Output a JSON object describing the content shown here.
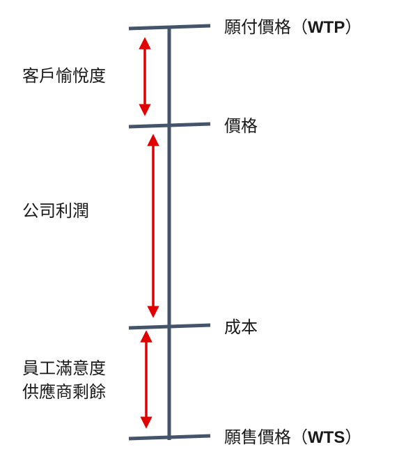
{
  "labels": {
    "wtp": {
      "text": "願付價格（",
      "acronym": "WTP",
      "close": "）"
    },
    "price": "價格",
    "cost": "成本",
    "wts": {
      "text": "願售價格（",
      "acronym": "WTS",
      "close": "）"
    }
  },
  "segments": {
    "customer_delight": "客戶愉悅度",
    "company_profit": "公司利潤",
    "supplier_line1": "員工滿意度",
    "supplier_line2": "供應商剩餘"
  },
  "colors": {
    "axis": "#44546a",
    "arrow": "#e00000",
    "text": "#1a1a1a"
  }
}
